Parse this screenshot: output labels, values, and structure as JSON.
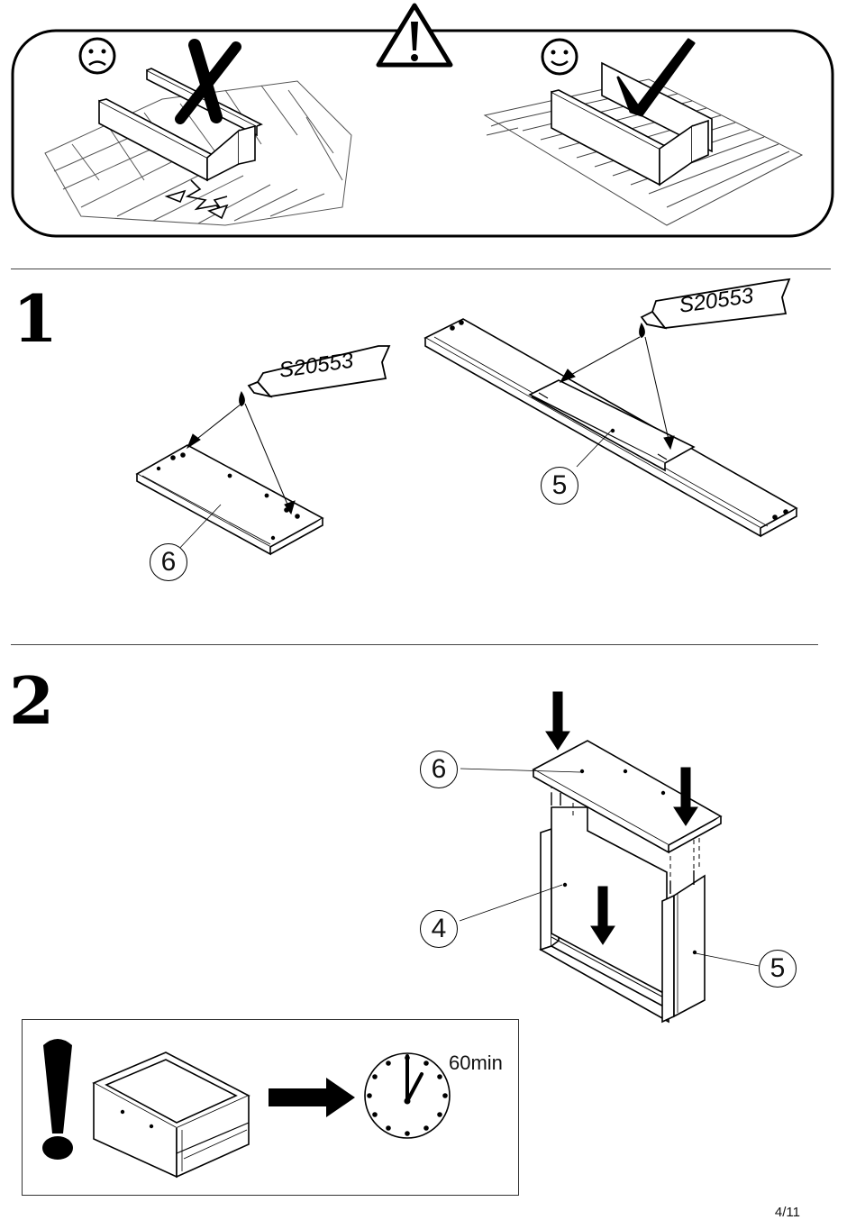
{
  "warning_panel": {
    "bad_icon": "sad-face-icon",
    "good_icon": "smiley-face-icon",
    "warning_icon": "warning-triangle-icon",
    "cross_icon": "cross-mark-icon",
    "check_icon": "check-mark-icon"
  },
  "steps": [
    {
      "number": "1",
      "parts": [
        {
          "label": "6"
        },
        {
          "label": "5"
        }
      ],
      "glue": [
        {
          "label": "S20553"
        },
        {
          "label": "S20553"
        }
      ]
    },
    {
      "number": "2",
      "parts": [
        {
          "label": "6"
        },
        {
          "label": "4"
        },
        {
          "label": "5"
        }
      ]
    }
  ],
  "drying_note": {
    "icon": "exclamation-icon",
    "clock_icon": "clock-icon",
    "arrow_icon": "arrow-right-icon",
    "time": "60min"
  },
  "footer": {
    "page": "4/11"
  }
}
